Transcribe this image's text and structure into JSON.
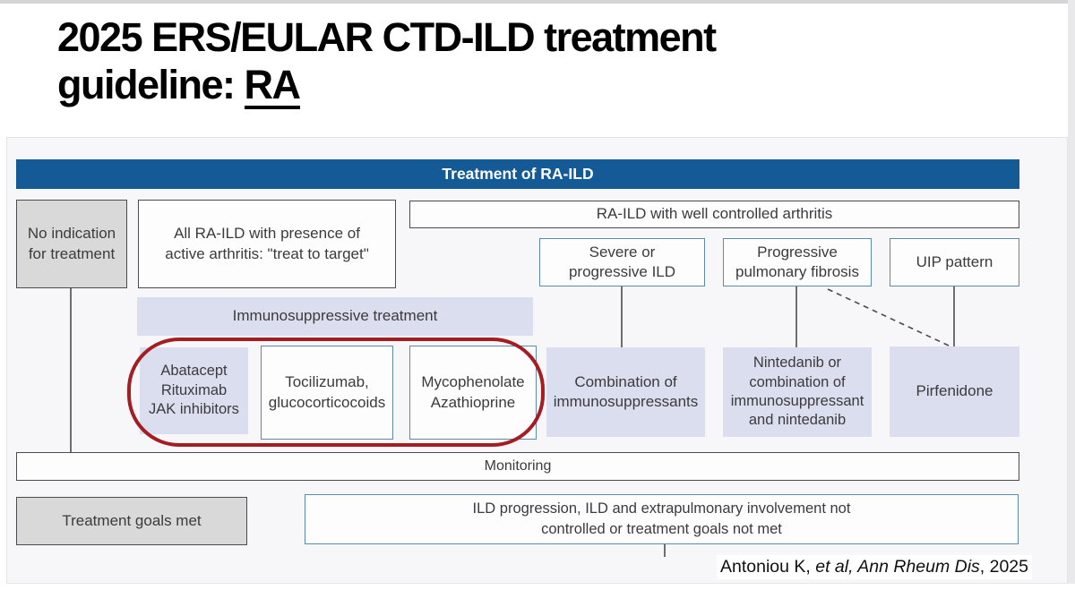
{
  "page": {
    "title_line1": "2025 ERS/EULAR CTD-ILD treatment",
    "title_line2_prefix": "guideline: ",
    "title_line2_emphasis": "RA",
    "citation_prefix": "Antoniou K, ",
    "citation_italic": "et al, Ann Rheum Dis",
    "citation_suffix": ", 2025"
  },
  "diagram": {
    "header_label": "Treatment of RA-ILD",
    "no_indication": "No indication\nfor treatment",
    "all_ra_ild": "All RA-ILD with presence of\nactive arthritis: \"treat to target\"",
    "well_controlled": "RA-ILD with well controlled arthritis",
    "severe_ild": "Severe or\nprogressive ILD",
    "progressive_fibrosis": "Progressive\npulmonary fibrosis",
    "uip_pattern": "UIP pattern",
    "immunosuppressive": "Immunosuppressive treatment",
    "abatacept_group": "Abatacept\nRituximab\nJAK inhibitors",
    "tocilizumab_group": "Tocilizumab,\nglucocorticocoids",
    "mycophenolate_group": "Mycophenolate\nAzathioprine",
    "combination": "Combination of\nimmunosuppressants",
    "nintedanib": "Nintedanib or\ncombination of\nimmunosuppressant\nand nintedanib",
    "pirfenidone": "Pirfenidone",
    "monitoring": "Monitoring",
    "goals_met": "Treatment goals met",
    "ild_progression": "ILD progression, ILD and extrapulmonary involvement not\ncontrolled or treatment goals not met",
    "colors": {
      "header_bg": "#135a96",
      "lavender_fill": "#dbdeee",
      "gray_fill": "#d9d9d9",
      "teal_border": "#5b8ba6",
      "dark_border": "#4b4b4d",
      "highlight_red": "#a31d23"
    }
  }
}
